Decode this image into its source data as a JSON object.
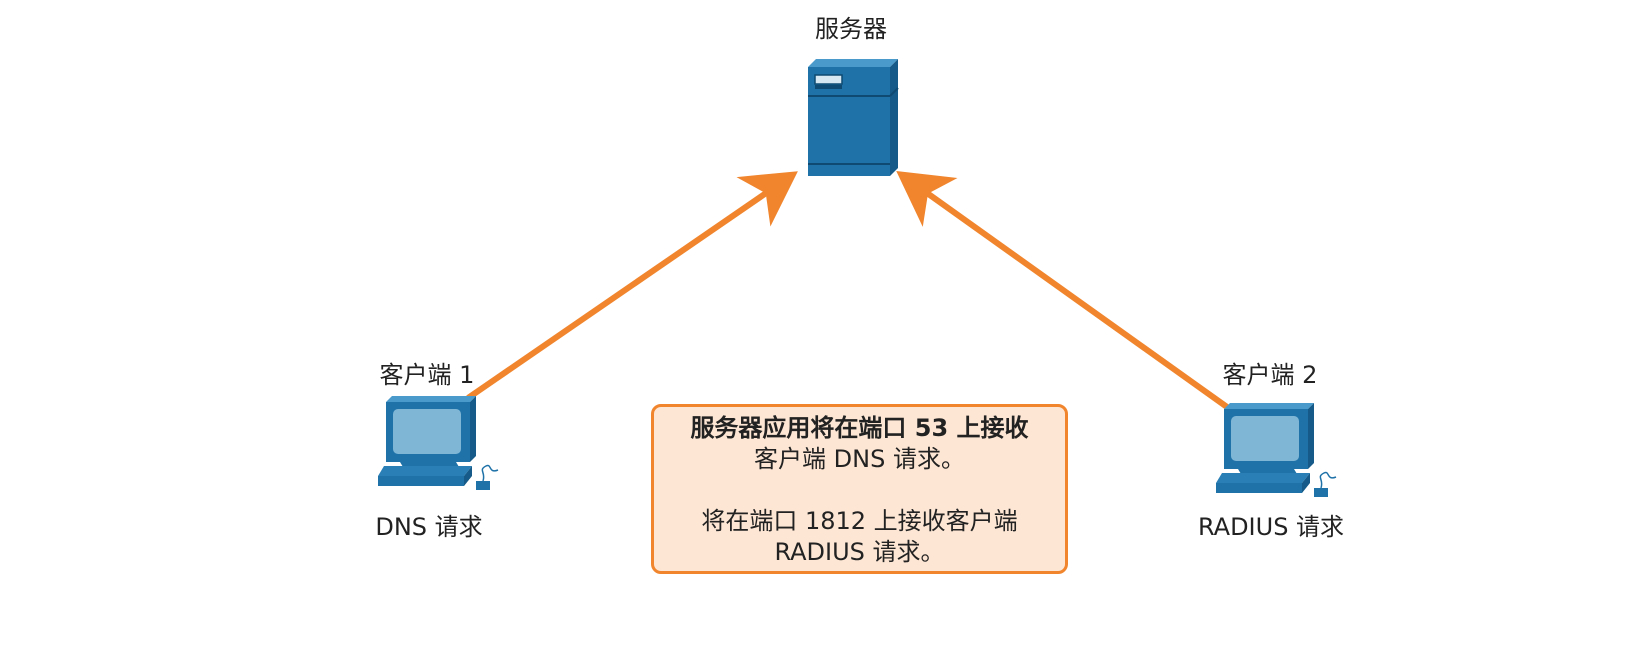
{
  "diagram": {
    "server": {
      "label": "服务器",
      "icon": "server-tower-icon"
    },
    "client1": {
      "label": "客户端 1",
      "request_label": "DNS 请求",
      "icon": "desktop-computer-icon"
    },
    "client2": {
      "label": "客户端 2",
      "request_label": "RADIUS 请求",
      "icon": "desktop-computer-icon"
    },
    "callout": {
      "line1": "服务器应用将在端口 53 上接收",
      "line2": "客户端 DNS 请求。",
      "line3": "将在端口 1812 上接收客户端",
      "line4": "RADIUS 请求。"
    },
    "colors": {
      "arrow": "#f0852d",
      "device_blue": "#1f72a8",
      "callout_fill": "#fde6d4",
      "callout_border": "#f0852d"
    }
  }
}
